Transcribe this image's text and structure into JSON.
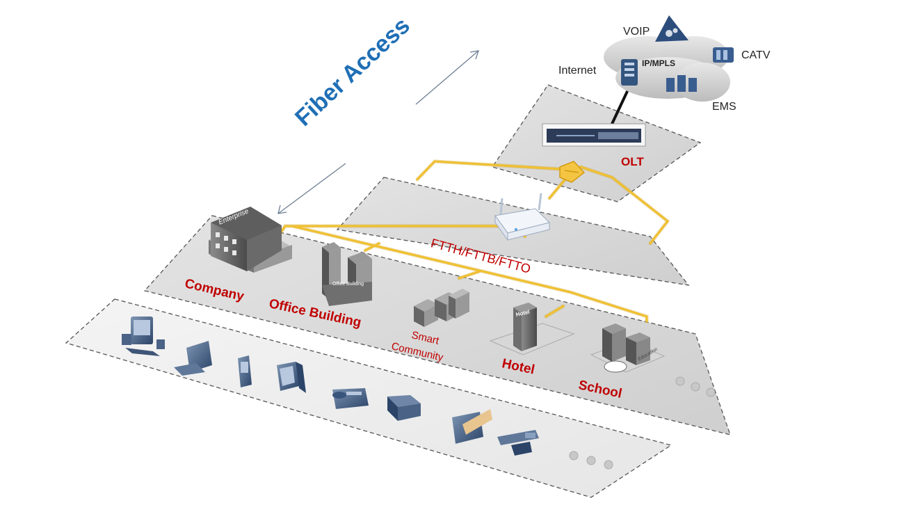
{
  "title": "Fiber Access",
  "network": {
    "core_label": "IP/MPLS",
    "voip": "VOIP",
    "catv": "CATV",
    "internet": "Internet",
    "ems": "EMS"
  },
  "olt_label": "OLT",
  "ftth_label": "FTTH/FTTB/FTTO",
  "buildings": {
    "company": "Company",
    "enterprise_sign": "Enterprise",
    "office_building": "Office Building",
    "office_sign": "Office Building",
    "smart_line1": "Smart",
    "smart_line2": "Community",
    "hotel": "Hotel",
    "hotel_sign": "Hotel",
    "school": "School",
    "school_sign": "Education"
  },
  "colors": {
    "accent_blue": "#1f6fb5",
    "label_red": "#c00000",
    "fiber_yellow": "#f0c030",
    "plane_gray": "#d9d9d9"
  },
  "devices": [
    "video-terminal-icon",
    "laptop-icon",
    "pda-icon",
    "desktop-pc-icon",
    "phone-icon",
    "printer-icon",
    "card-reader-icon",
    "camera-icon"
  ]
}
